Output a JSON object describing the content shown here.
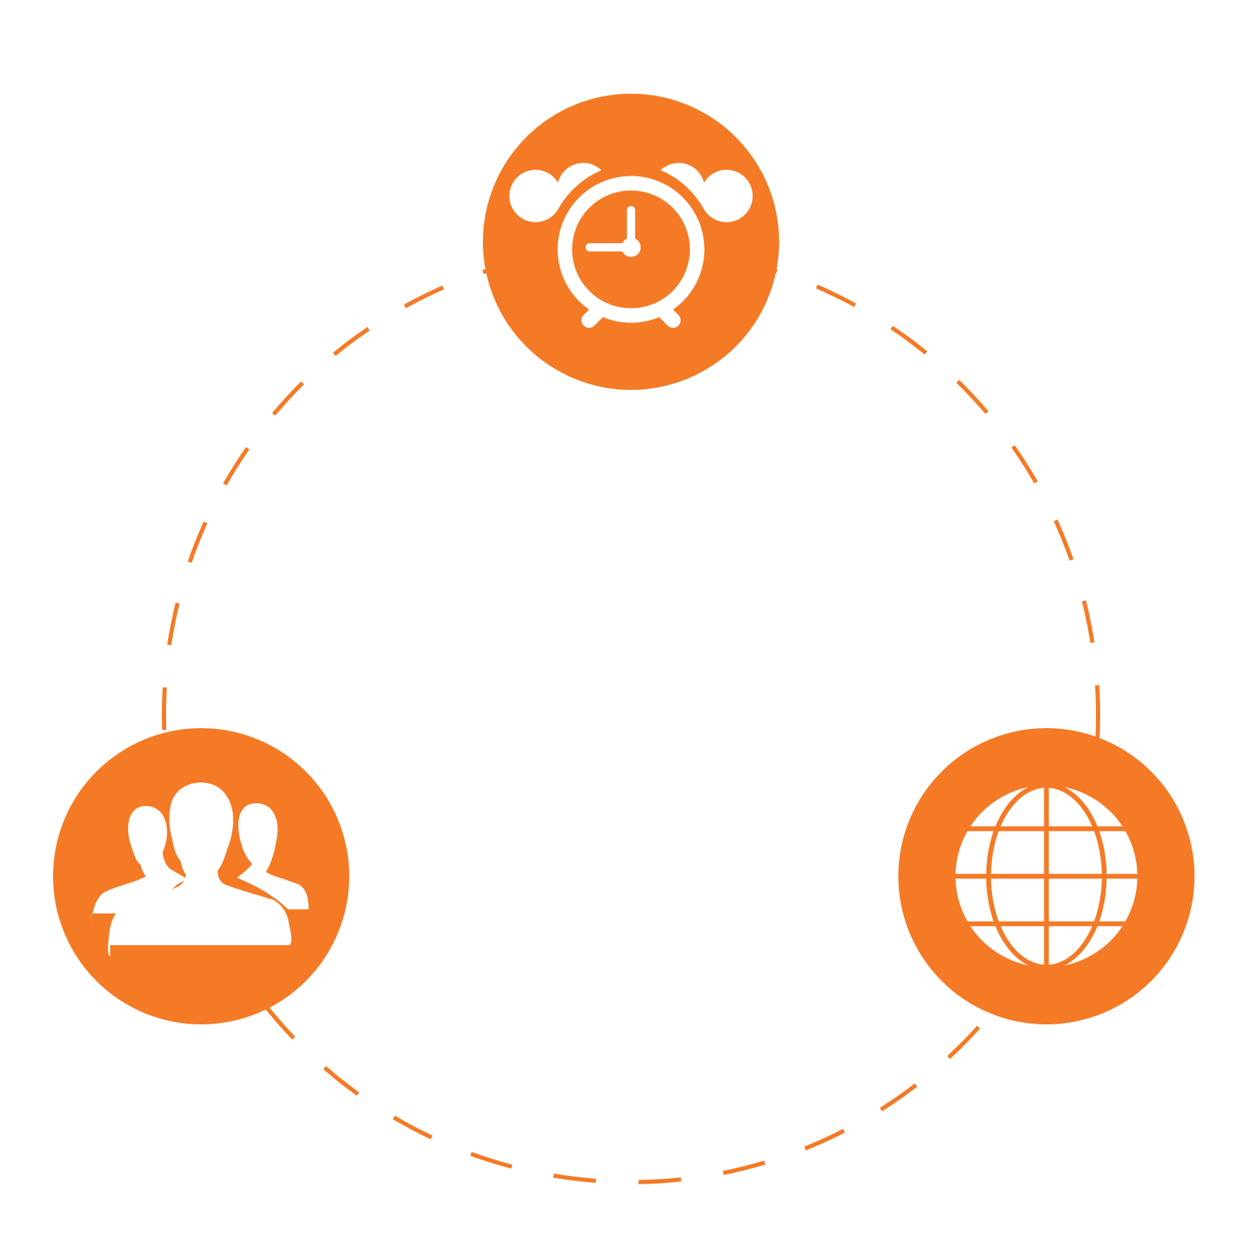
{
  "colors": {
    "accent": "#F47A25",
    "icon": "#FFFFFF",
    "background": "#FFFFFF"
  },
  "nodes": [
    {
      "id": "time",
      "icon": "alarm-clock-icon"
    },
    {
      "id": "people",
      "icon": "users-group-icon"
    },
    {
      "id": "world",
      "icon": "globe-icon"
    }
  ],
  "connector": {
    "style": "dashed",
    "shape": "circle"
  }
}
